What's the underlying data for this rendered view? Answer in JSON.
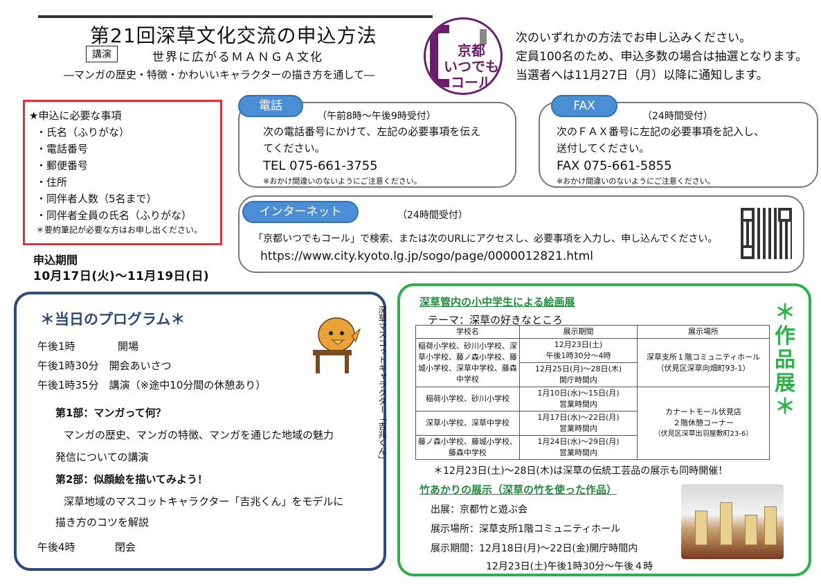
{
  "header": {
    "title": "第21回深草文化交流の申込方法",
    "lecture_tag": "講演",
    "subtitle1": "世界に広がるＭＡＮＧＡ文化",
    "subtitle2": "―マンガの歴史・特徴・かわいいキャラクターの描き方を通して―"
  },
  "logo": {
    "line1": "京都",
    "line2": "いつでも",
    "line3": "コール"
  },
  "intro": {
    "line1": "次のいずれかの方法でお申し込みください。",
    "line2": "定員100名のため、申込多数の場合は抽選となります。",
    "line3": "当選者へは11月27日（月）以降に通知します。"
  },
  "requirements": {
    "heading": "★申込に必要な事項",
    "items": [
      "・氏名（ふりがな）",
      "・電話番号",
      "・郵便番号",
      "・住所",
      "・同伴者人数（5名まで）",
      "・同伴者全員の氏名（ふりがな）"
    ],
    "note": "＊要約筆記が必要な方はお申し出ください。"
  },
  "period": {
    "label": "申込期間",
    "value": "10月17日(火)～11月19日(日)"
  },
  "phone": {
    "label": "電話",
    "hours": "（午前8時～午後9時受付）",
    "text1": "次の電話番号にかけて、左記の必要事項を伝え",
    "text2": "てください。",
    "number": "TEL 075-661-3755",
    "note": "※おかけ間違いのないようにご注意ください。"
  },
  "fax": {
    "label": "FAX",
    "hours": "（24時間受付）",
    "text1": "次のＦＡＸ番号に左記の必要事項を記入し、",
    "text2": "送付してください。",
    "number": "FAX 075-661-5855",
    "note": "※おかけ間違いのないようにご注意ください。"
  },
  "internet": {
    "label": "インターネット",
    "hours": "（24時間受付）",
    "text": "「京都いつでもコール」で検索、または次のURLにアクセスし、必要事項を入力し、申し込んでください。",
    "url": "https://www.city.kyoto.lg.jp/sogo/page/0000012821.html"
  },
  "program": {
    "title": "＊当日のプログラム＊",
    "line1_time": "午後1時",
    "line1_text": "開場",
    "line2": "午後1時30分　開会あいさつ",
    "line3": "午後1時35分　講演（※途中10分間の休憩あり）",
    "part1_title": "第1部：マンガって何？",
    "part1_text1": "マンガの歴史、マンガの特徴、マンガを通じた地域の魅力",
    "part1_text2": "発信についての講演",
    "part2_title": "第2部：似顔絵を描いてみよう！",
    "part2_text1": "深草地域のマスコットキャラクター「吉兆くん」をモデルに",
    "part2_text2": "描き方のコツを解説",
    "end_time": "午後4時",
    "end_text": "閉会",
    "mascot_caption": "深草マスコットキャラクター「吉兆くん」"
  },
  "exhibition": {
    "title": "深草管内の小中学生による絵画展",
    "theme": "テーマ：深草の好きなところ",
    "star_label": "＊作品展＊",
    "table": {
      "headers": [
        "学校名",
        "展示期間",
        "展示場所"
      ],
      "rows": [
        {
          "school": "稲荷小学校、砂川小学校、深草小学校、藤ノ森小学校、藤城小学校、深草中学校、藤森中学校",
          "periods": [
            "12月23日(土)",
            "午後1時30分～4時",
            "12月25日(月)～28日(木)",
            "開庁時間内"
          ],
          "place": "深草支所１階コミュニティホール",
          "place_sub": "（伏見区深草向畑町93-1）"
        },
        {
          "school": "稲荷小学校、砂川小学校",
          "period": "1月10日(水)～15日(月)",
          "period_sub": "営業時間内"
        },
        {
          "school": "深草小学校、深草中学校",
          "period": "1月17日(水)～22日(月)",
          "period_sub": "営業時間内"
        },
        {
          "school": "藤ノ森小学校、藤城小学校、藤森中学校",
          "period": "1月24日(水)～29日(月)",
          "period_sub": "営業時間内"
        }
      ],
      "place2": "カナートモール伏見店",
      "place2_line2": "２階休憩コーナー",
      "place2_sub": "（伏見区深草出羽屋敷町23-6）"
    },
    "footnote": "＊12月23日(土)～28日(木)は深草の伝統工芸品の展示も同時開催！",
    "bamboo_title": "竹あかりの展示（深草の竹を使った作品）",
    "bamboo_line1": "出展：京都竹と遊ぶ会",
    "bamboo_line2": "展示場所：深草支所1階コミュニティホール",
    "bamboo_line3": "展示期間：12月18日(月)～22日(金)開庁時間内",
    "bamboo_line4": "12月23日(土)午後1時30分～午後４時"
  }
}
